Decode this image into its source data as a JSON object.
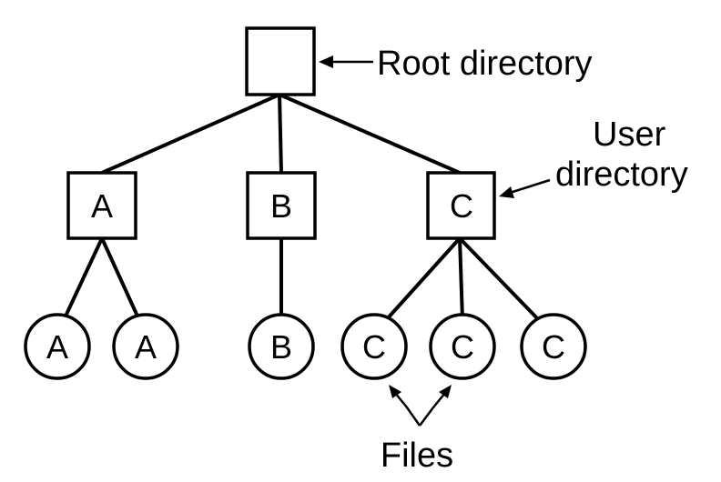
{
  "annotations": {
    "root_label": "Root directory",
    "user_label_line1": "User",
    "user_label_line2": "directory",
    "files_label": "Files"
  },
  "directories": [
    {
      "id": "root",
      "label": ""
    },
    {
      "id": "user-a",
      "label": "A"
    },
    {
      "id": "user-b",
      "label": "B"
    },
    {
      "id": "user-c",
      "label": "C"
    }
  ],
  "files": [
    {
      "owner": "A",
      "label": "A"
    },
    {
      "owner": "A",
      "label": "A"
    },
    {
      "owner": "B",
      "label": "B"
    },
    {
      "owner": "C",
      "label": "C"
    },
    {
      "owner": "C",
      "label": "C"
    },
    {
      "owner": "C",
      "label": "C"
    }
  ]
}
